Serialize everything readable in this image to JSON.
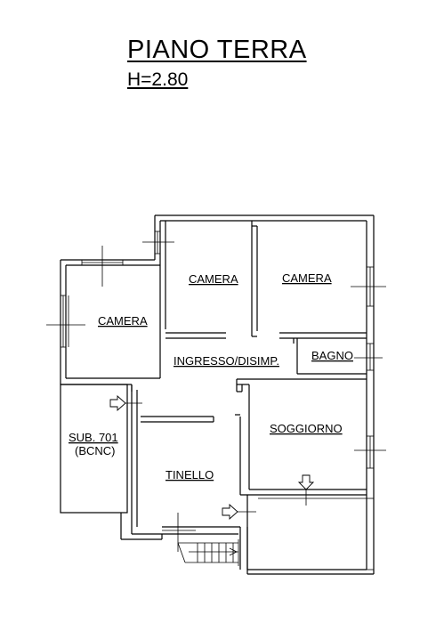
{
  "header": {
    "title": "PIANO TERRA",
    "height": "H=2.80"
  },
  "rooms": {
    "camera_left": "CAMERA",
    "camera_mid": "CAMERA",
    "camera_right": "CAMERA",
    "ingresso": "INGRESSO/DISIMP.",
    "bagno": "BAGNO",
    "soggiorno": "SOGGIORNO",
    "sub": "SUB. 701",
    "sub_note": "(BCNC)",
    "tinello": "TINELLO"
  }
}
